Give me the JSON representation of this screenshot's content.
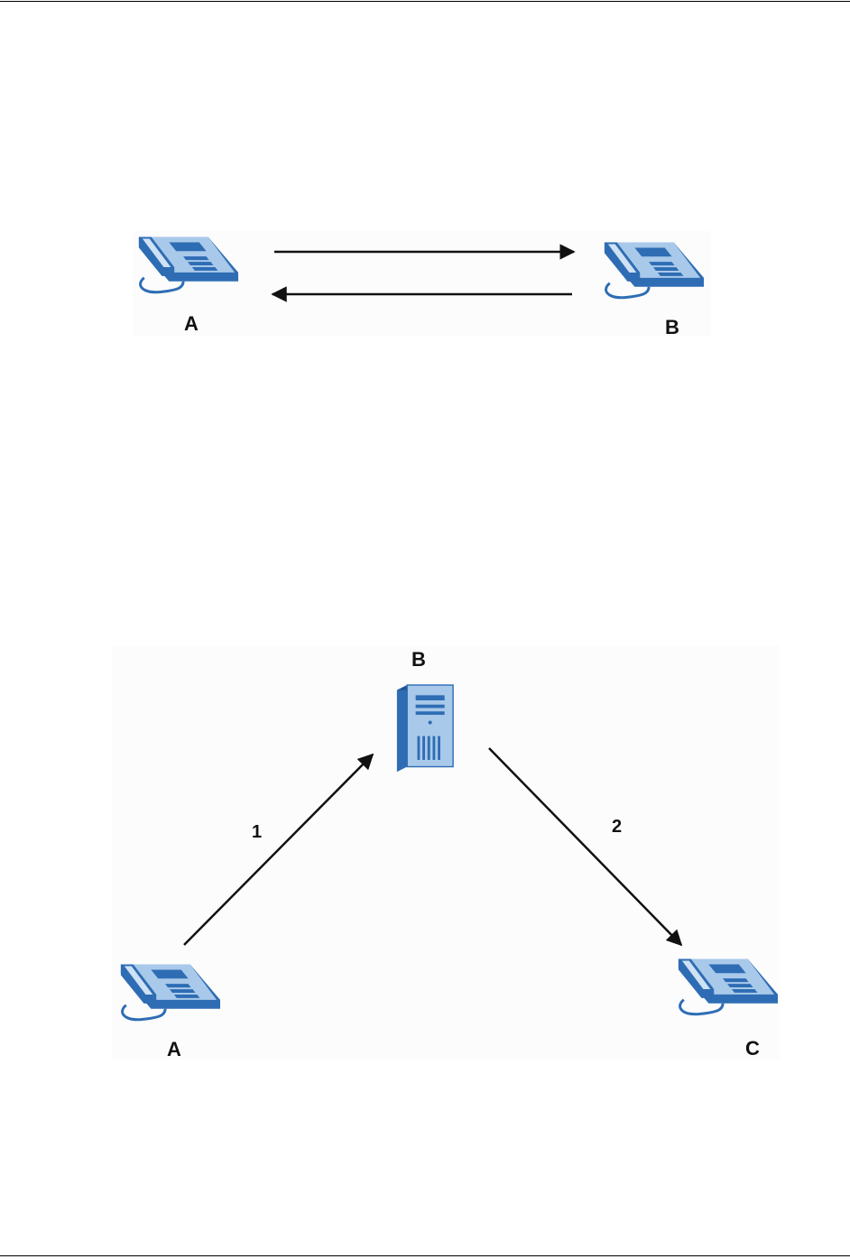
{
  "colors": {
    "device_blue": "#2e6db4",
    "device_light": "#9fc2e6",
    "arrow": "#111111"
  },
  "diagram1": {
    "phone_a_label": "A",
    "phone_b_label": "B",
    "phone_a_icon": "phone-icon",
    "phone_b_icon": "phone-icon"
  },
  "diagram2": {
    "server_label": "B",
    "phone_a_label": "A",
    "phone_c_label": "C",
    "step1_label": "1",
    "step2_label": "2",
    "server_icon": "server-icon",
    "phone_a_icon": "phone-icon",
    "phone_c_icon": "phone-icon"
  }
}
